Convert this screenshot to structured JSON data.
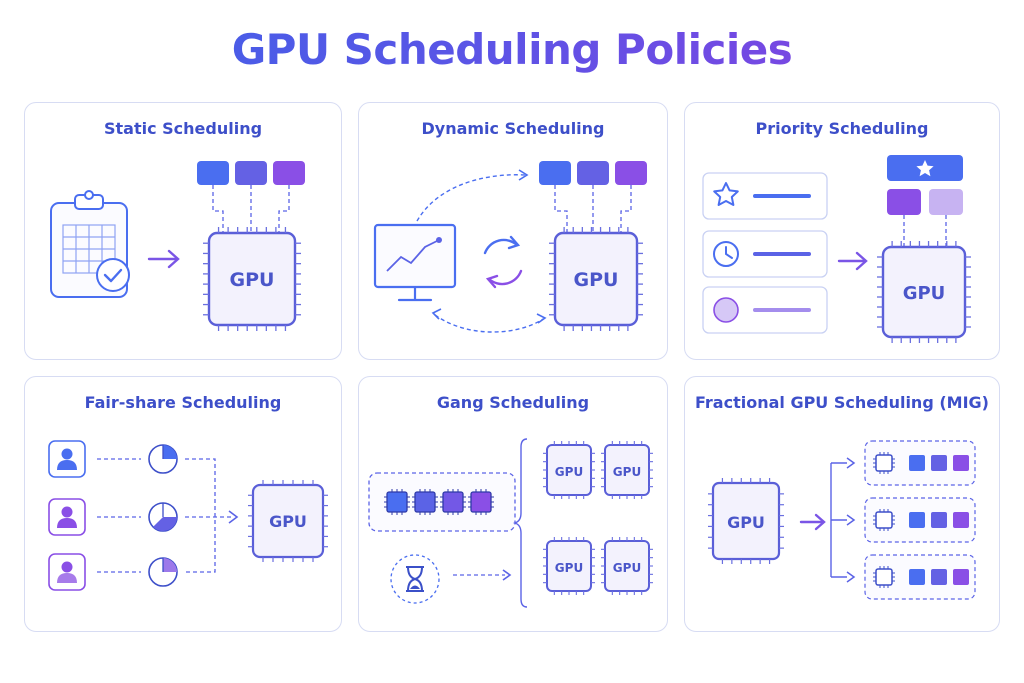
{
  "title": "GPU Scheduling Policies",
  "panels": [
    {
      "title": "Static Scheduling",
      "chip_label": "GPU"
    },
    {
      "title": "Dynamic Scheduling",
      "chip_label": "GPU"
    },
    {
      "title": "Priority Scheduling",
      "chip_label": "GPU"
    },
    {
      "title": "Fair-share Scheduling",
      "chip_label": "GPU"
    },
    {
      "title": "Gang Scheduling",
      "chip_labels": [
        "GPU",
        "GPU",
        "GPU",
        "GPU"
      ]
    },
    {
      "title": "Fractional GPU Scheduling (MIG)",
      "chip_label": "GPU"
    }
  ],
  "colors": {
    "blue": "#4a6ef0",
    "indigo": "#5b63e6",
    "purple": "#8a4fe6",
    "lavender": "#c7b3f2",
    "chip_border": "#5a5fd8",
    "chip_fill": "#f3f2fd",
    "panel_border": "#d7dcf3"
  },
  "icons": [
    "clipboard-icon",
    "check-icon",
    "monitor-chart-icon",
    "refresh-icon",
    "star-icon",
    "clock-icon",
    "circle-icon",
    "user-icon",
    "pie-icon",
    "hourglass-icon",
    "chip-icon"
  ]
}
